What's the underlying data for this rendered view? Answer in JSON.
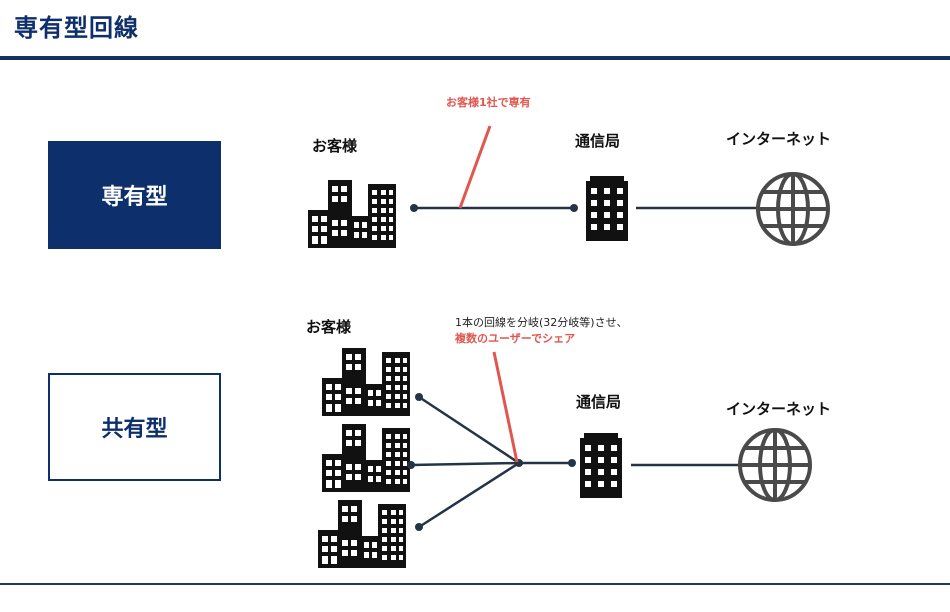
{
  "header": {
    "title": "専有型回線"
  },
  "dedicated": {
    "box_label": "専有型",
    "customer_label": "お客様",
    "note": "お客様1社で専有",
    "station_label": "通信局",
    "internet_label": "インターネット"
  },
  "shared": {
    "box_label": "共有型",
    "customer_label": "お客様",
    "note_line1": "1本の回線を分岐(32分岐等)させ、",
    "note_line2": "複数のユーザーでシェア",
    "station_label": "通信局",
    "internet_label": "インターネット"
  },
  "colors": {
    "navy": "#0d2f6b",
    "accent_red": "#e0574f",
    "line_dark": "#243447",
    "icon_black": "#111111",
    "globe_gray": "#4a4a4a"
  },
  "icons": [
    "office-buildings-icon",
    "station-building-icon",
    "globe-icon"
  ]
}
